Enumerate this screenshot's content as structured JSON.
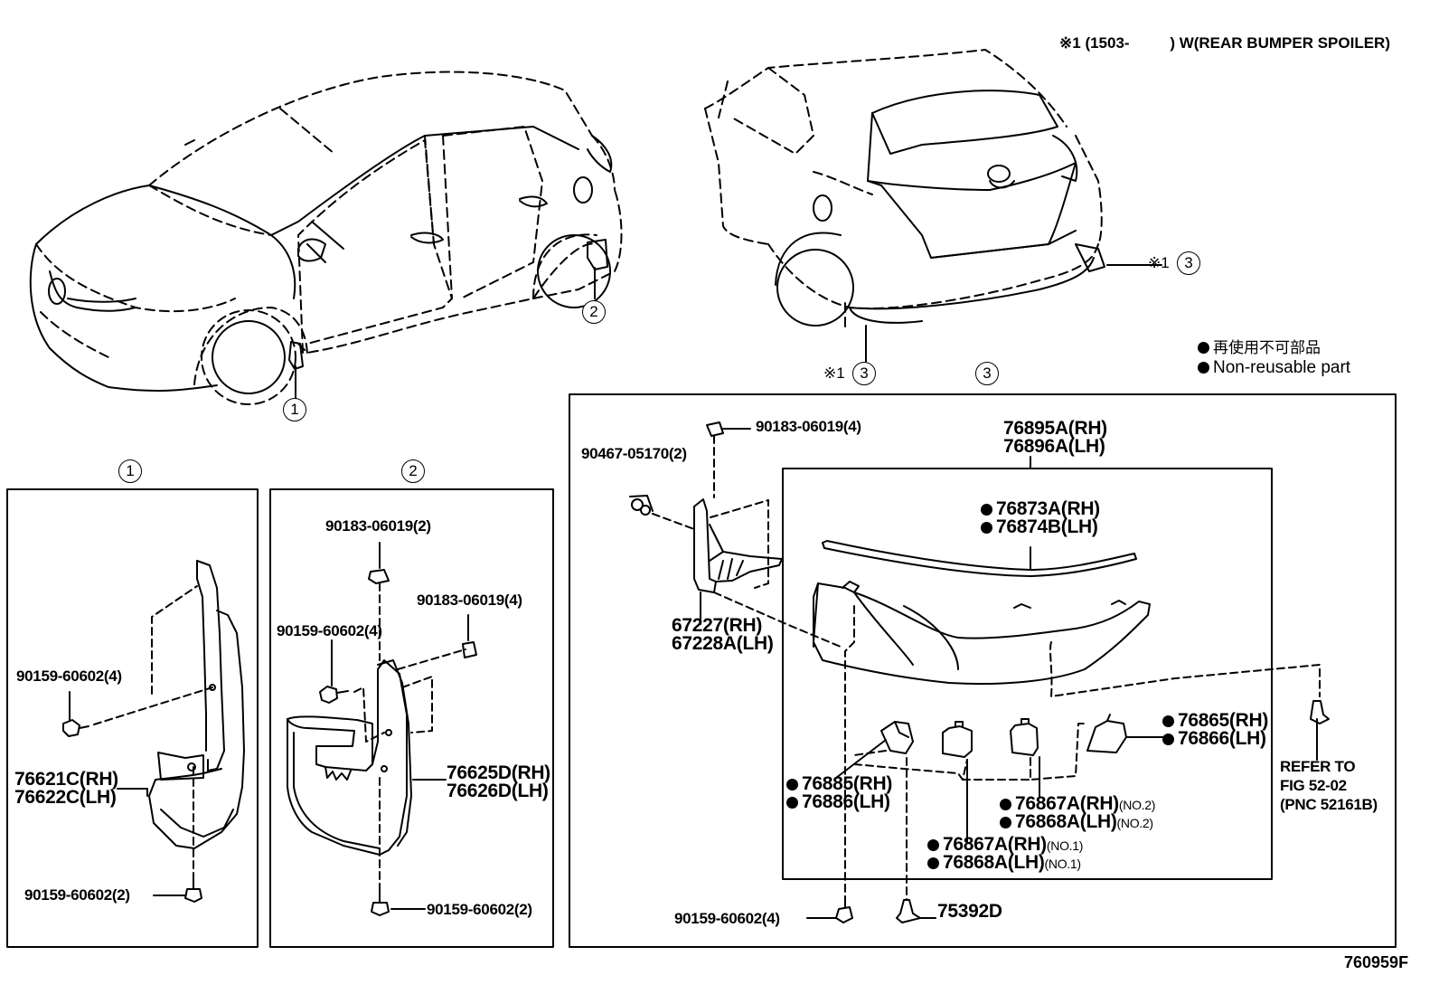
{
  "header_note": {
    "mark": "※1",
    "period": "(1503-",
    "text": ") W(REAR BUMPER SPOILER)"
  },
  "legend": {
    "jp": "再使用不可部品",
    "en": "Non-reusable part"
  },
  "callouts": {
    "c1": "1",
    "c2": "2",
    "c3": "3",
    "ref_mark": "※1"
  },
  "panel1": {
    "title": "1",
    "labels": {
      "bolt_upper": "90159-60602(4)",
      "flap_rh": "76621C(RH)",
      "flap_lh": "76622C(LH)",
      "bolt_lower": "90159-60602(2)"
    }
  },
  "panel2": {
    "title": "2",
    "labels": {
      "nut_top": "90183-06019(2)",
      "nut_right": "90183-06019(4)",
      "bolt_left": "90159-60602(4)",
      "flap_rh": "76625D(RH)",
      "flap_lh": "76626D(LH)",
      "bolt_lower": "90159-60602(2)"
    }
  },
  "panel3": {
    "title": "3",
    "labels": {
      "nut_top": "90183-06019(4)",
      "clip_left": "90467-05170(2)",
      "spoiler_rh": "76895A(RH)",
      "spoiler_lh": "76896A(LH)",
      "moulding_rh": "76873A(RH)",
      "moulding_lh": "76874B(LH)",
      "bracket_rh": "67227(RH)",
      "bracket_lh": "67228A(LH)",
      "r_rh": "76865(RH)",
      "r_lh": "76866(LH)",
      "l_rh": "76885(RH)",
      "l_lh": "76886(LH)",
      "no2_rh": "76867A(RH)",
      "no2_lh": "76868A(LH)",
      "no2_tag": "(NO.2)",
      "no1_rh": "76867A(RH)",
      "no1_lh": "76868A(LH)",
      "no1_tag": "(NO.1)",
      "bolt_lower": "90159-60602(4)",
      "clip_lower": "75392D",
      "refer1": "REFER TO",
      "refer2": "FIG 52-02",
      "refer3": "(PNC 52161B)"
    }
  },
  "figure_code": "760959F"
}
